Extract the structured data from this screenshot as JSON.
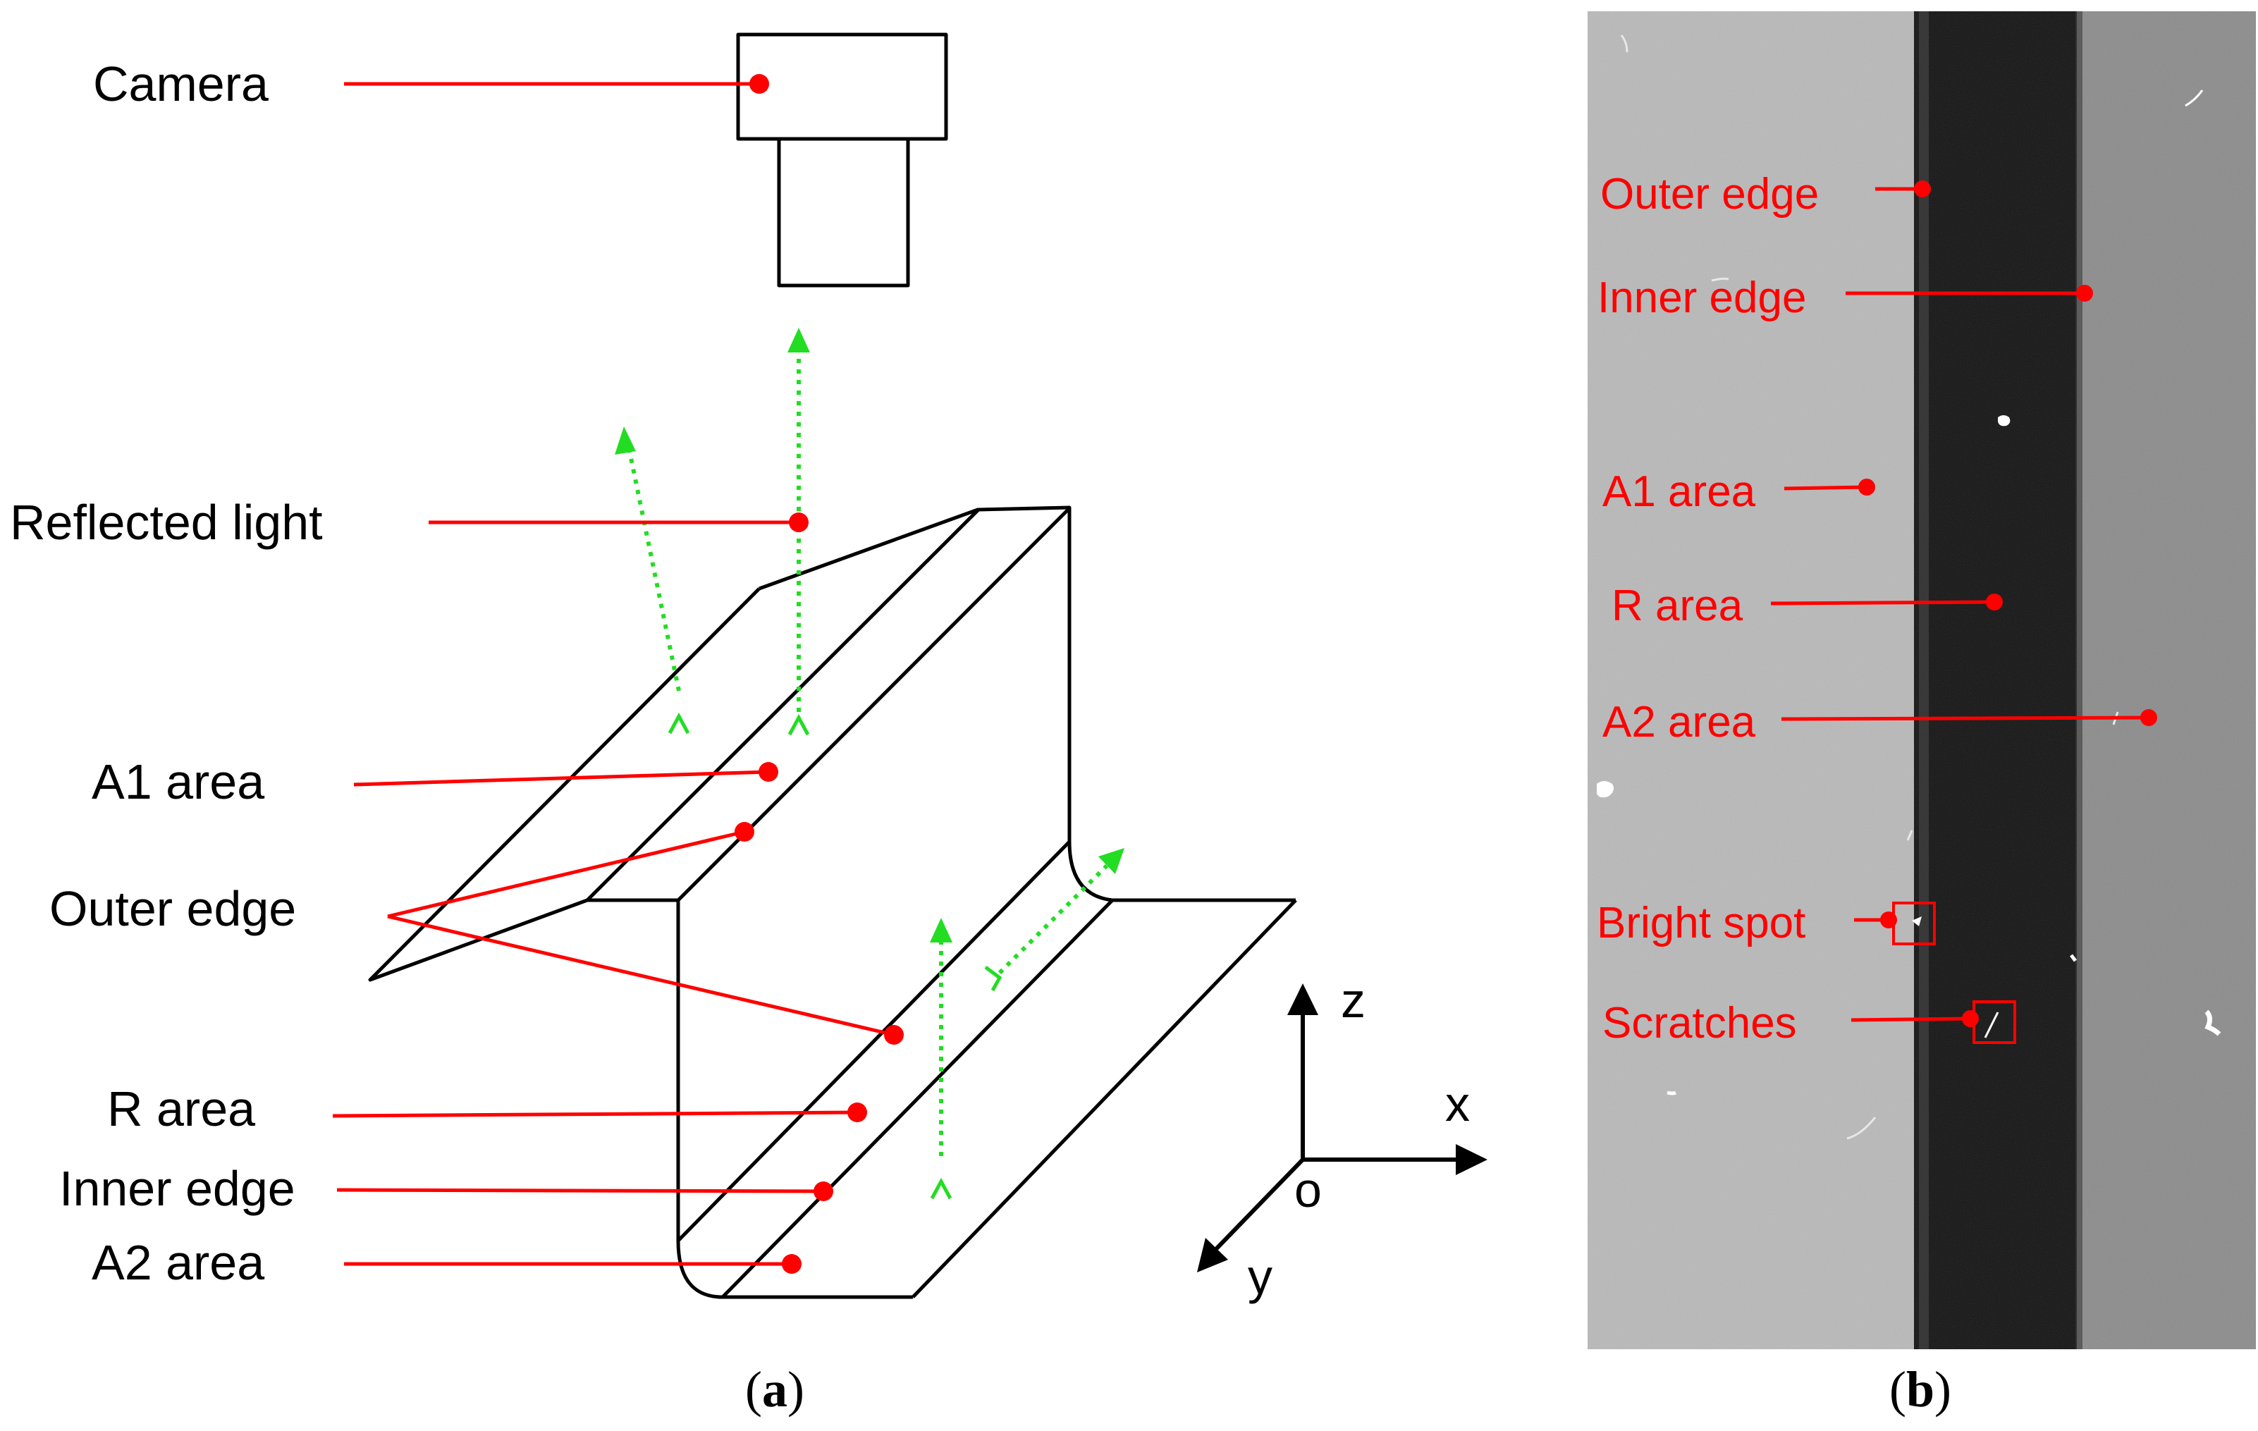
{
  "panel_a": {
    "labels": {
      "camera": "Camera",
      "reflected_light": "Reflected light",
      "a1_area": "A1 area",
      "outer_edge": "Outer edge",
      "r_area": "R area",
      "inner_edge": "Inner edge",
      "a2_area": "A2 area"
    },
    "axes": {
      "z": "z",
      "x": "x",
      "y": "y",
      "origin": "o"
    },
    "caption_letter": "a"
  },
  "panel_b": {
    "labels": {
      "outer_edge": "Outer edge",
      "inner_edge": "Inner edge",
      "a1_area": "A1 area",
      "r_area": "R area",
      "a2_area": "A2 area",
      "bright_spot": "Bright spot",
      "scratches": "Scratches"
    },
    "caption_letter": "b"
  },
  "colors": {
    "annotation": "#ff0000",
    "light_ray": "#22dd22",
    "outline": "#000000",
    "a1_region": "#b9b9b9",
    "r_region": "#121212",
    "a2_region": "#8c8c8c"
  }
}
